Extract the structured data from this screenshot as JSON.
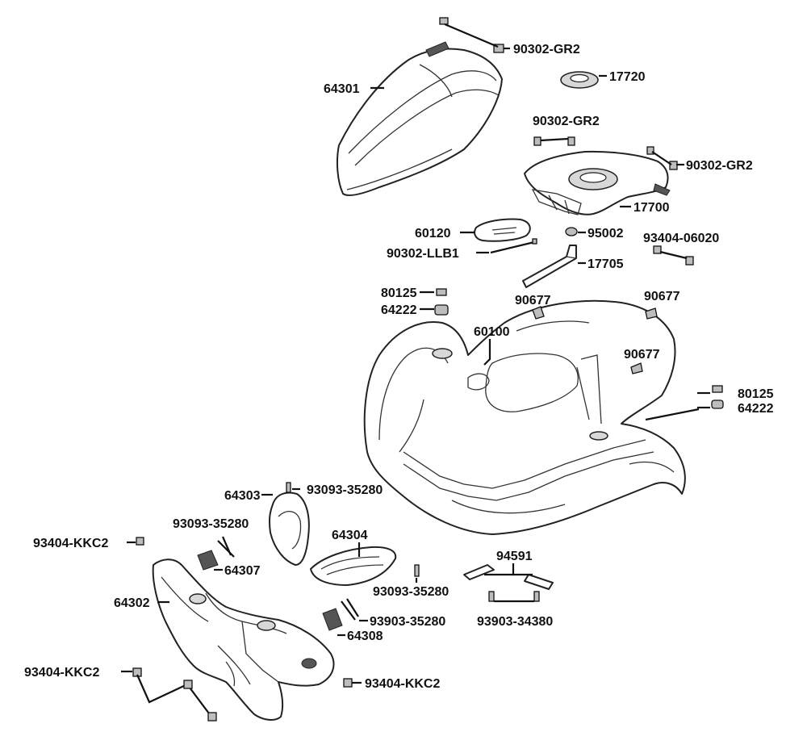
{
  "labels": {
    "l_90302_gr2_a": "90302-GR2",
    "l_17720": "17720",
    "l_64301": "64301",
    "l_90302_gr2_b": "90302-GR2",
    "l_90302_gr2_c": "90302-GR2",
    "l_17700": "17700",
    "l_60120": "60120",
    "l_95002": "95002",
    "l_93404_06020": "93404-06020",
    "l_90302_llb1": "90302-LLB1",
    "l_17705": "17705",
    "l_80125_a": "80125",
    "l_64222_a": "64222",
    "l_90677_a": "90677",
    "l_90677_b": "90677",
    "l_60100": "60100",
    "l_90677_c": "90677",
    "l_80125_b": "80125",
    "l_64222_b": "64222",
    "l_64303": "64303",
    "l_93093_35280_a": "93093-35280",
    "l_93093_35280_b": "93093-35280",
    "l_93404_kkc2_a": "93404-KKC2",
    "l_64307": "64307",
    "l_64304": "64304",
    "l_94591": "94591",
    "l_64302": "64302",
    "l_93093_35280_c": "93093-35280",
    "l_93903_35280": "93903-35280",
    "l_93903_34380": "93903-34380",
    "l_64308": "64308",
    "l_93404_kkc2_b": "93404-KKC2",
    "l_93404_kkc2_c": "93404-KKC2"
  }
}
